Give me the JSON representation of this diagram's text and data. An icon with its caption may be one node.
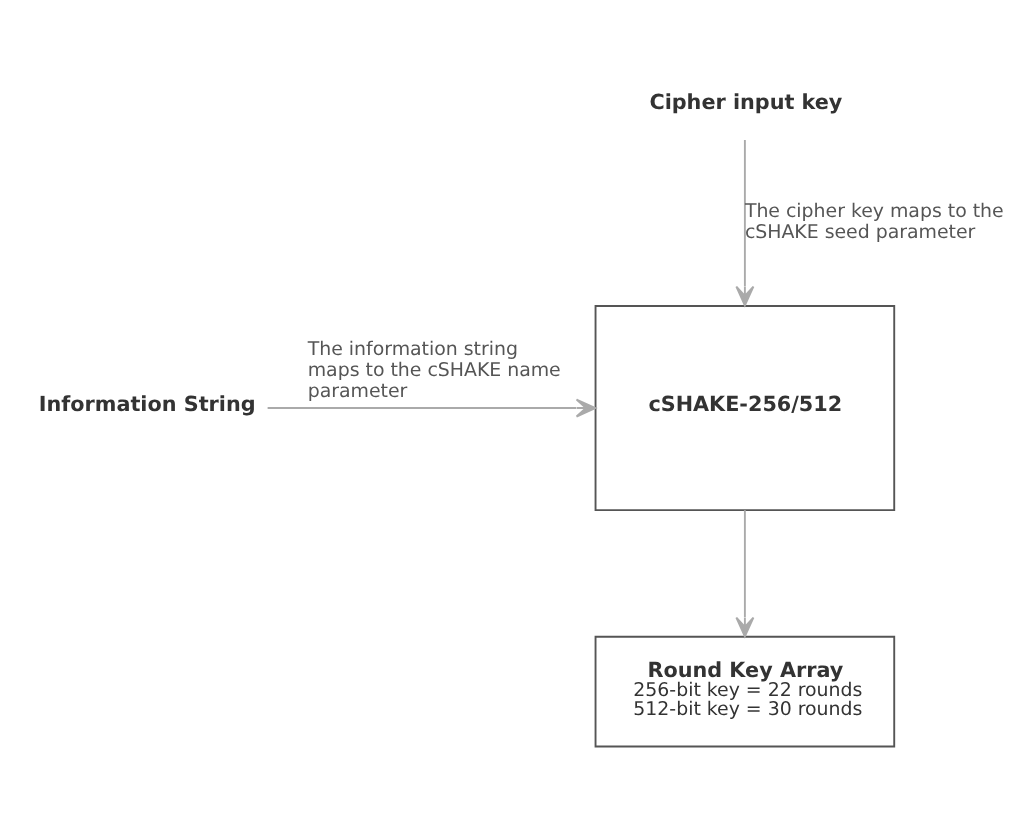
{
  "diagram": {
    "nodes": [
      {
        "text": [
          "Cipher input key"
        ]
      },
      {
        "text": [
          "Information String"
        ]
      },
      {
        "text": [
          "cSHAKE-256/512"
        ]
      },
      {
        "text": [
          "Round Key Array",
          "256-bit key = 22 rounds",
          "512-bit key = 30 rounds"
        ]
      }
    ],
    "edges": [
      {
        "from": 0,
        "to": 2,
        "arrow": "to",
        "label": "The cipher key maps to the cSHAKE seed parameter"
      },
      {
        "from": 1,
        "to": 2,
        "arrow": "to",
        "label": "The information string maps to the cSHAKE name parameter"
      },
      {
        "from": 2,
        "to": 3,
        "arrow": "to"
      }
    ]
  }
}
